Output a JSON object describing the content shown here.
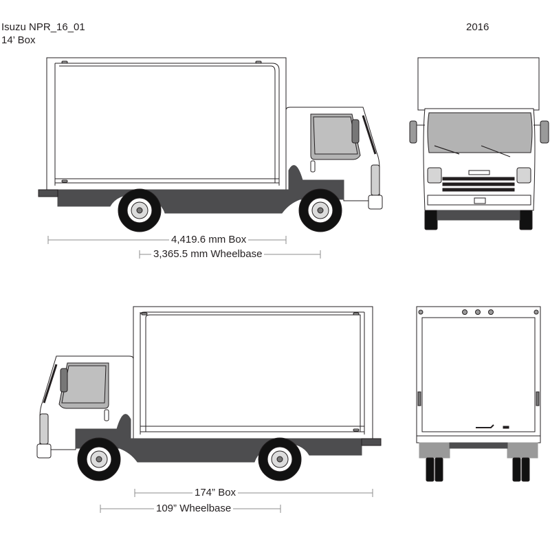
{
  "header": {
    "model": "Isuzu NPR_16_01",
    "box_size": "14’ Box",
    "year": "2016"
  },
  "dimensions": {
    "metric": {
      "box": "4,419.6 mm Box",
      "wheelbase": "3,365.5 mm Wheelbase"
    },
    "imperial": {
      "box": "174” Box",
      "wheelbase": "109” Wheelbase"
    }
  },
  "colors": {
    "line": "#231f20",
    "chassis": "#4d4d4f",
    "glass": "#b3b3b3",
    "tire": "#111111",
    "dim_line": "#8c8c8c"
  }
}
